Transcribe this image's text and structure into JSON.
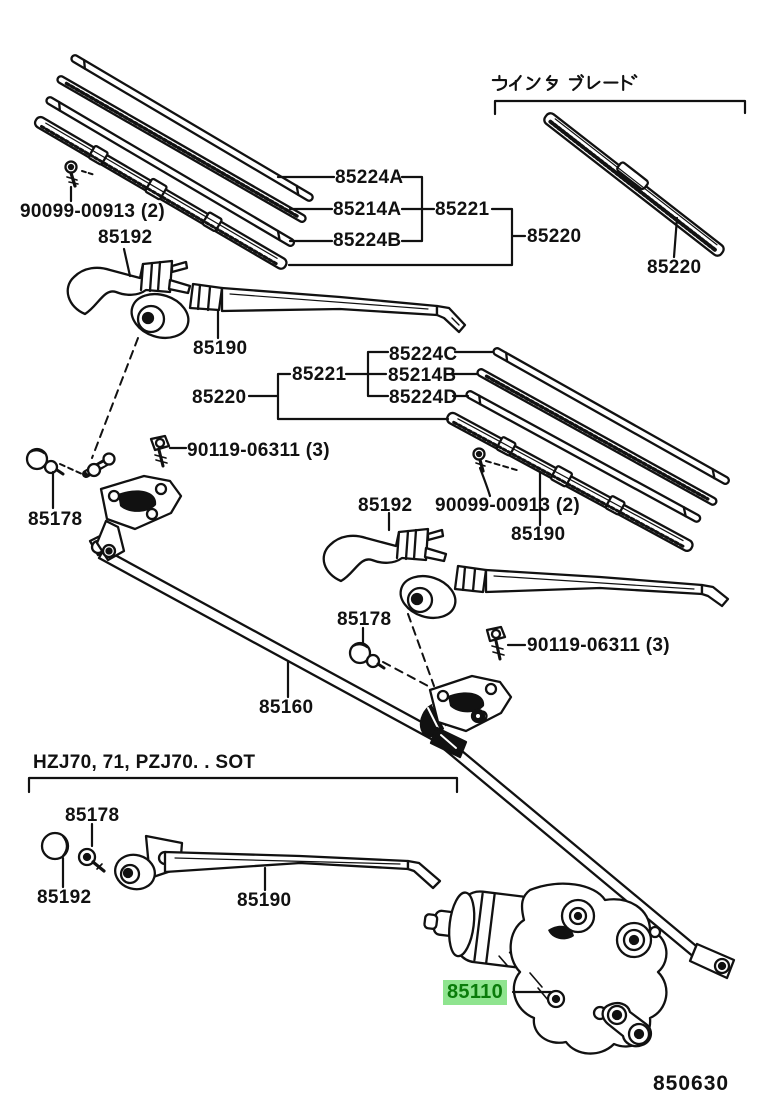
{
  "figure": {
    "winter_blade_section": {
      "title": "ウインタ ブレード",
      "blade_assy": "85220"
    },
    "front_blade_set": {
      "backing_plate_a": "85224A",
      "rubber": "85214A",
      "backing_plate_b": "85224B",
      "frame": "85221",
      "blade_assy": "85220",
      "screw": "90099-00913 (2)"
    },
    "rear_blade_set": {
      "backing_plate_c": "85224C",
      "rubber": "85214B",
      "backing_plate_d": "85224D",
      "frame": "85221",
      "blade_assy": "85220",
      "screw": "90099-00913 (2)"
    },
    "front_wiper": {
      "arm_head_cover": "85192",
      "arm": "85190",
      "pivot_grommet": "85178",
      "pivot_bolt": "90119-06311 (3)"
    },
    "rear_wiper": {
      "arm_head_cover": "85192",
      "arm": "85190",
      "pivot_grommet": "85178",
      "pivot_bolt": "90119-06311 (3)"
    },
    "linkage": {
      "rod": "85160"
    },
    "variant_section": {
      "header": "HZJ70, 71, PZJ70. . SOT",
      "pivot_grommet": "85178",
      "arm_head_cover": "85192",
      "arm": "85190"
    },
    "motor": {
      "part_no": "85110"
    },
    "footer": {
      "figure_code": "850630"
    }
  },
  "colors": {
    "background": "#ffffff",
    "ink": "#111111",
    "highlight_background": "#8fe48f",
    "highlight_text": "#0a7c0a"
  }
}
